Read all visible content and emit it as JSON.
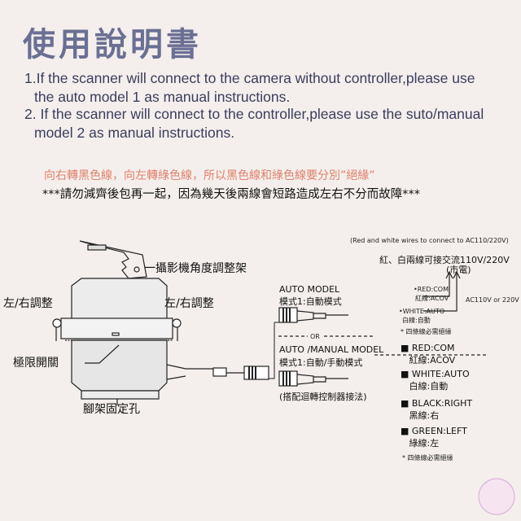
{
  "title": "使用說明書",
  "instructions": [
    "1.If the scanner will connect to the camera without controller,please use",
    "the auto model 1 as manual instructions.",
    "2. If the scanner will connect to the controller,please use the suto/manual",
    "model 2 as manual instructions."
  ],
  "warning_red": "向右轉黑色線，向左轉綠色線，所以黑色線和綠色線要分別”絕緣”",
  "warning_black": "***請勿減齊後包再一起，因為幾天後兩線會短路造成左右不分而故障***",
  "device_labels": {
    "camera_bracket": "一攝影機角度調整架",
    "lr_adjust_left": "左/右調整",
    "lr_adjust_right": "左/右調整",
    "limit_switch": "極限開關",
    "tripod_hole": "腳架固定孔"
  },
  "wiring": {
    "ac_note_en": "(Red and white wires to connect to AC110/220V)",
    "ac_note_zh": "紅、白兩線可接交流110V/220V",
    "ac_note_zh2": "(市電)",
    "auto_model_title": "AUTO MODEL",
    "auto_model_zh": "模式1:自動模式",
    "red_com_small": "•RED:COM",
    "red_acov_small": "紅線:ACOV",
    "white_auto_small": "•WHITE:AUTO",
    "white_zh_small": "白線:自動",
    "ac_voltage": "AC110V or 220V",
    "insulate_note1": "* 四條線必需絕緣",
    "or": "OR",
    "manual_model_title": "AUTO /MANUAL MODEL",
    "manual_model_zh": "模式1:自動/手動模式",
    "controller_note": "(搭配迴轉控制器接法)",
    "wires": [
      {
        "en": "RED:COM",
        "zh": "紅線:ACOV"
      },
      {
        "en": "WHITE:AUTO",
        "zh": "白線:自動"
      },
      {
        "en": "BLACK:RIGHT",
        "zh": "黑線:右"
      },
      {
        "en": "GREEN:LEFT",
        "zh": "綠線:左"
      }
    ],
    "insulate_note2": "* 四條線必需絕緣"
  },
  "colors": {
    "background": "#f4efec",
    "title": "#6b6f94",
    "warning": "#e0806c"
  }
}
